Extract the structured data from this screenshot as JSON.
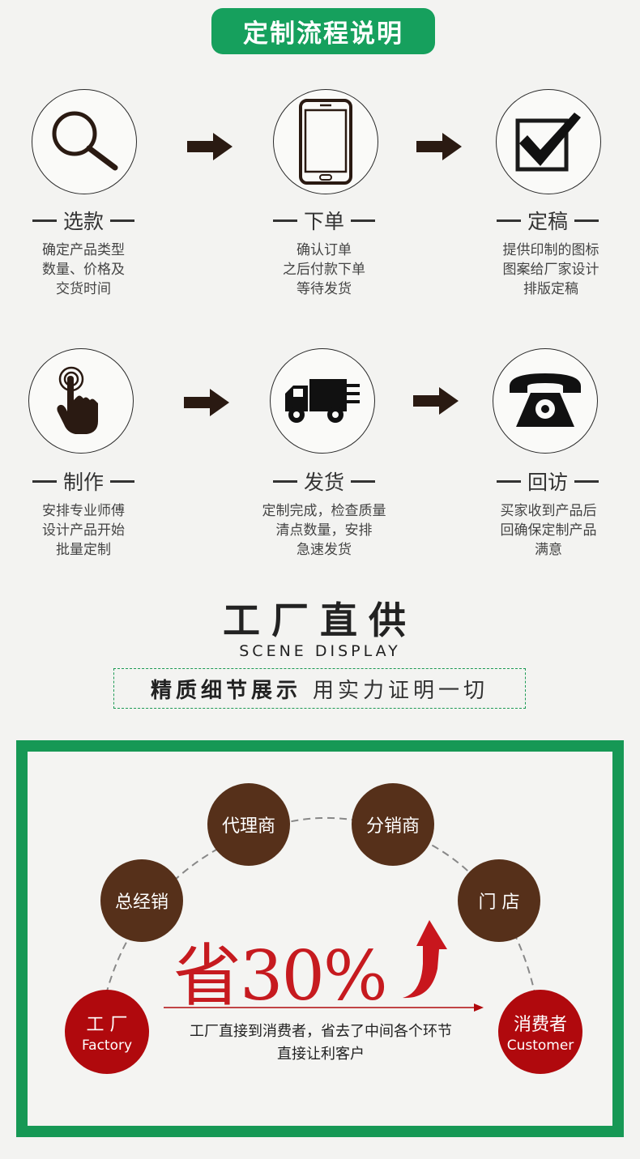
{
  "banner": {
    "title": "定制流程说明"
  },
  "steps": [
    {
      "icon": "magnifier-icon",
      "title": "选款",
      "desc": [
        "确定产品类型",
        "数量、价格及",
        "交货时间"
      ]
    },
    {
      "icon": "phone-icon",
      "title": "下单",
      "desc": [
        "确认订单",
        "之后付款下单",
        "等待发货"
      ]
    },
    {
      "icon": "checkbox-icon",
      "title": "定稿",
      "desc": [
        "提供印制的图标",
        "图案给厂家设计",
        "排版定稿"
      ]
    },
    {
      "icon": "hand-touch-icon",
      "title": "制作",
      "desc": [
        "安排专业师傅",
        "设计产品开始",
        "批量定制"
      ]
    },
    {
      "icon": "truck-icon",
      "title": "发货",
      "desc": [
        "定制完成，检查质量",
        "清点数量，安排",
        "急速发货"
      ]
    },
    {
      "icon": "telephone-icon",
      "title": "回访",
      "desc": [
        "买家收到产品后",
        "回确保定制产品",
        "满意"
      ]
    }
  ],
  "factory": {
    "title": "工厂直供",
    "subtitle": "SCENE DISPLAY",
    "tagline_bold": "精质细节展示",
    "tagline_rest": "用实力证明一切"
  },
  "diagram": {
    "nodes": {
      "factory": {
        "label": "工 厂",
        "sub": "Factory"
      },
      "general": {
        "label": "总经销"
      },
      "agent": {
        "label": "代理商"
      },
      "distributor": {
        "label": "分销商"
      },
      "store": {
        "label": "门 店"
      },
      "consumer": {
        "label": "消费者",
        "sub": "Customer"
      }
    },
    "saving": "省30%",
    "note_line1": "工厂直接到消费者，省去了中间各个环节",
    "note_line2": "直接让利客户",
    "colors": {
      "brown": "#56301a",
      "red": "#b0090d",
      "green": "#169855"
    }
  }
}
